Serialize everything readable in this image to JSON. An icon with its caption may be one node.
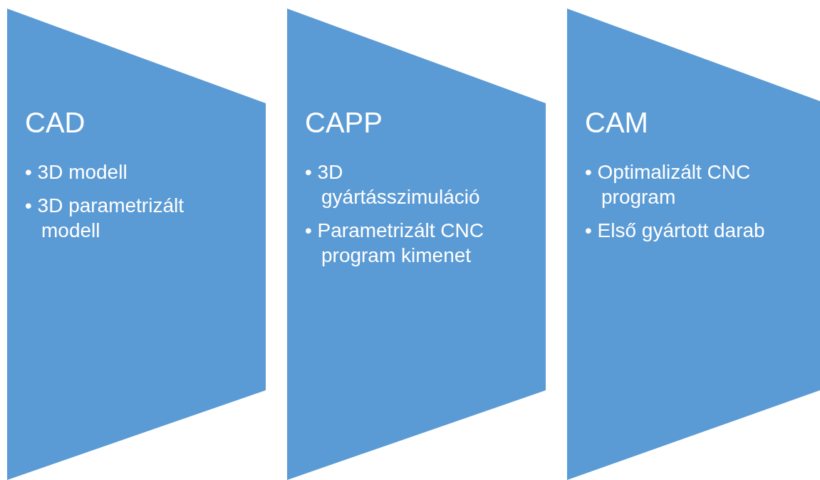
{
  "diagram": {
    "nodes": [
      {
        "text": [
          "CAD",
          "• 3D modell",
          "• 3D parametrizált modell"
        ]
      },
      {
        "text": [
          "CAPP",
          "• 3D gyártásszimuláció",
          "• Parametrizált CNC program kimenet"
        ]
      },
      {
        "text": [
          "CAM",
          "• Optimalizált CNC program",
          "• Első gyártott darab"
        ]
      }
    ]
  }
}
